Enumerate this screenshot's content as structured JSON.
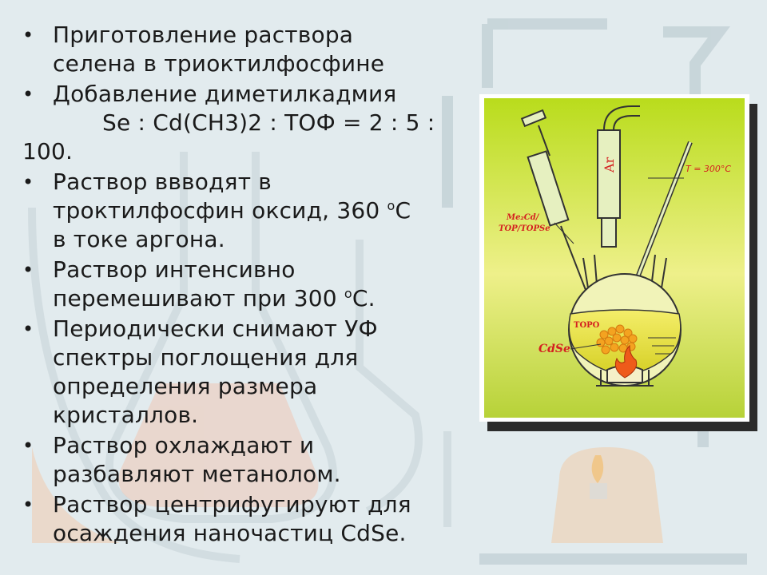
{
  "slide": {
    "bullets": [
      {
        "lines": [
          "Приготовление раствора",
          "селена в триоктилфосфине"
        ]
      },
      {
        "lines": [
          "Добавление диметилкадмия"
        ],
        "ratio": [
          "Se : Cd(CH3)2 : ТОФ = 2 : 5 :",
          "100."
        ]
      },
      {
        "lines": [
          "Раствор ввводят в",
          "троктилфосфин оксид, 360"
        ],
        "deg": "o",
        "unit": "С",
        "tail": "в токе аргона."
      },
      {
        "lines": [
          "Раствор интенсивно"
        ],
        "l2pre": "перемешивают при 300 ",
        "deg": "o",
        "unit": "С."
      },
      {
        "lines": [
          "Периодически снимают УФ",
          "спектры поглощения для",
          "определения размера",
          "кристаллов."
        ]
      },
      {
        "lines": [
          "Раствор охлаждают и",
          "разбавляют метанолом."
        ]
      },
      {
        "lines": [
          "Раствор центрифугируют для",
          "осаждения наночастиц CdSe."
        ]
      }
    ]
  },
  "figure": {
    "ar_label": "Ar",
    "temp_label": "T = 300°C",
    "reagent_label_1": "Me₂Cd/",
    "reagent_label_2": "TOP/TOPSe",
    "topo_label": "TOPO",
    "cdse_label": "CdSe"
  },
  "colors": {
    "slide_background": "#e2ebee",
    "text": "#1a1a1a",
    "figure_gradient_top": "#b9dc1c",
    "figure_gradient_mid": "#eef08a",
    "figure_gradient_bottom": "#b7d238",
    "label_red": "#d42020",
    "particles": "#f4a320",
    "flame": "#ee5b1a"
  }
}
